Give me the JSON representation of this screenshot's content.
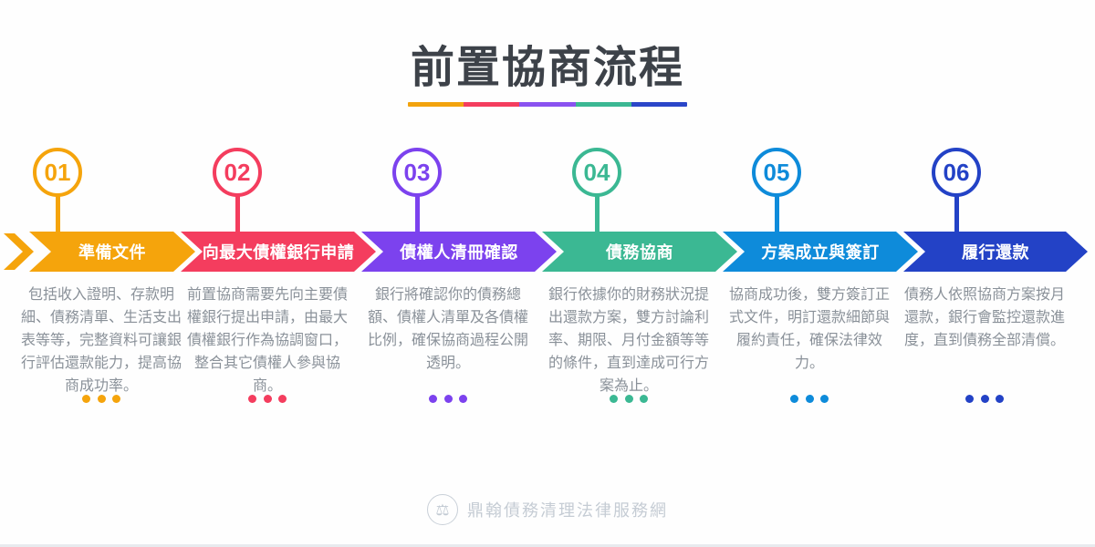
{
  "title": "前置協商流程",
  "title_underline_colors": [
    "#F2A30D",
    "#F43D5E",
    "#8A52F0",
    "#3BB893",
    "#2B46C8"
  ],
  "steps": [
    {
      "num": "01",
      "label": "準備文件",
      "color": "#F5A40C",
      "desc": "包括收入證明、存款明細、債務清單、生活支出表等等，完整資料可讓銀行評估還款能力，提高協商成功率。"
    },
    {
      "num": "02",
      "label": "向最大債權銀行申請",
      "color": "#F43D5E",
      "desc": "前置協商需要先向主要債權銀行提出申請，由最大債權銀行作為協調窗口，整合其它債權人參與協商。"
    },
    {
      "num": "03",
      "label": "債權人清冊確認",
      "color": "#7C42EE",
      "desc": "銀行將確認你的債務總額、債權人清單及各債權比例，確保協商過程公開透明。"
    },
    {
      "num": "04",
      "label": "債務協商",
      "color": "#3BB893",
      "desc": "銀行依據你的財務狀況提出還款方案，雙方討論利率、期限、月付金額等等的條件，直到達成可行方案為止。"
    },
    {
      "num": "05",
      "label": "方案成立與簽訂",
      "color": "#0E8BDA",
      "desc": "協商成功後，雙方簽訂正式文件，明訂還款細節與履約責任，確保法律效力。"
    },
    {
      "num": "06",
      "label": "履行還款",
      "color": "#2342C6",
      "desc": "債務人依照協商方案按月還款，銀行會監控還款進度，直到債務全部清償。"
    }
  ],
  "footer": {
    "logo_icon": "scales-of-justice-emblem",
    "brand": "鼎翰債務清理法律服務網"
  }
}
